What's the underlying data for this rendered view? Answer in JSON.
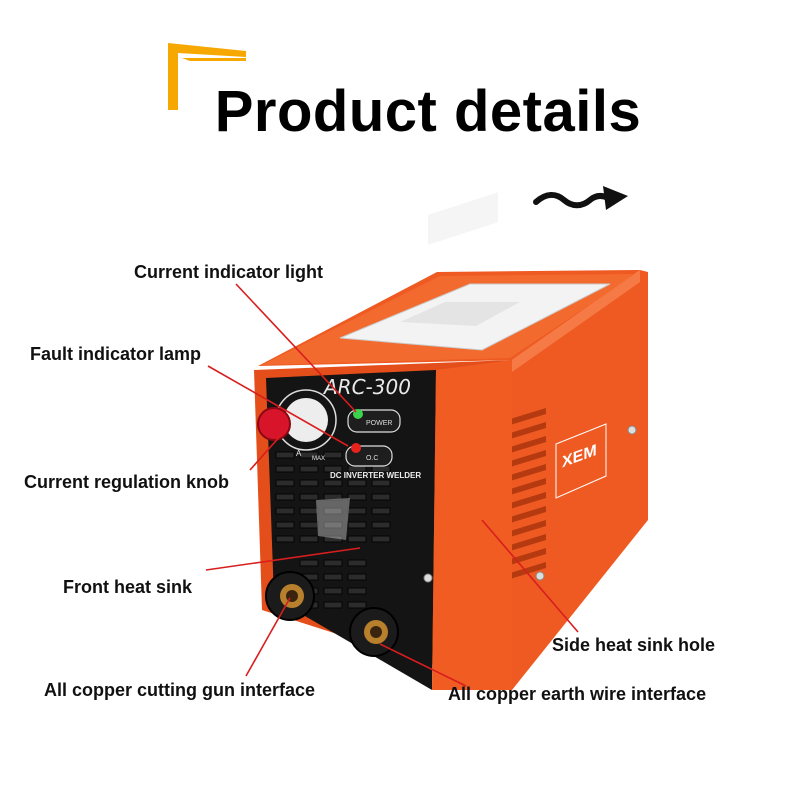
{
  "title": "Product details",
  "labels": {
    "current_indicator_light": "Current indicator light",
    "fault_indicator_lamp": "Fault indicator lamp",
    "current_regulation_knob": "Current regulation knob",
    "front_heat_sink": "Front heat sink",
    "side_heat_sink_hole": "Side heat sink hole",
    "all_copper_cutting_gun_interface": "All copper cutting gun interface",
    "all_copper_earth_wire_interface": "All copper earth wire interface"
  },
  "panel": {
    "model": "ARC-300",
    "power_label": "POWER",
    "fault_label": "O.C",
    "front_text": "DC INVERTER WELDER",
    "knob_unit": "A",
    "knob_max": "MAX",
    "brand": "XEM"
  },
  "colors": {
    "body_orange": "#f0541e",
    "accent_yellow": "#f6a800",
    "leader_red": "#d81e1e",
    "front_black": "#111111"
  },
  "icons": [
    "corner-bracket-icon",
    "wavy-arrow-icon"
  ]
}
